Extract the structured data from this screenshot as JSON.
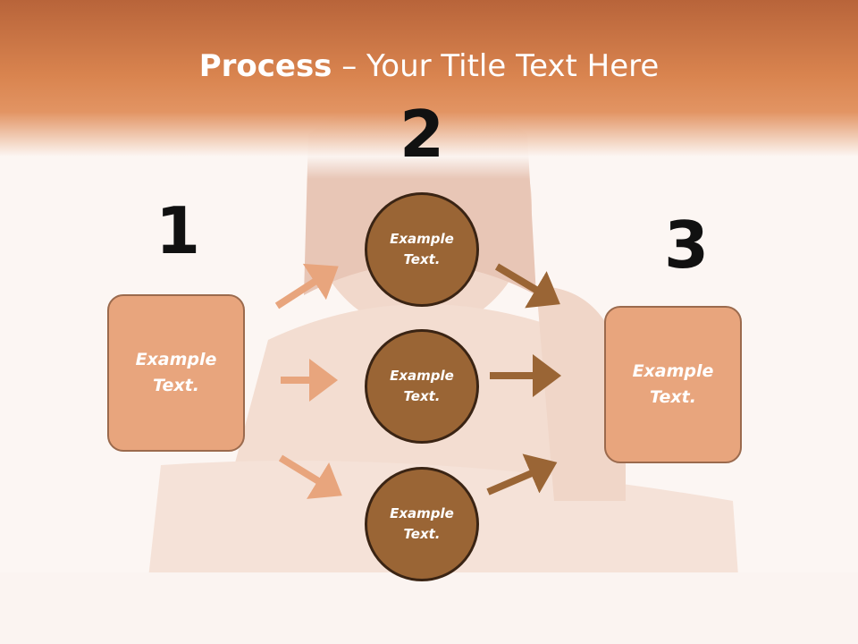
{
  "title": {
    "bold": "Process",
    "rest": " – Your Title Text Here"
  },
  "steps": {
    "one": "1",
    "two": "2",
    "three": "3"
  },
  "left_box": {
    "text": "Example Text."
  },
  "circles": [
    {
      "text": "Example Text."
    },
    {
      "text": "Example Text."
    },
    {
      "text": "Example Text."
    }
  ],
  "right_box": {
    "text": "Example Text."
  },
  "colors": {
    "title_band": "#d9844f",
    "box_fill": "#e8a57d",
    "circle_fill": "#9a6535",
    "arrow_left": "#e8a57d",
    "arrow_right": "#9a6535"
  }
}
